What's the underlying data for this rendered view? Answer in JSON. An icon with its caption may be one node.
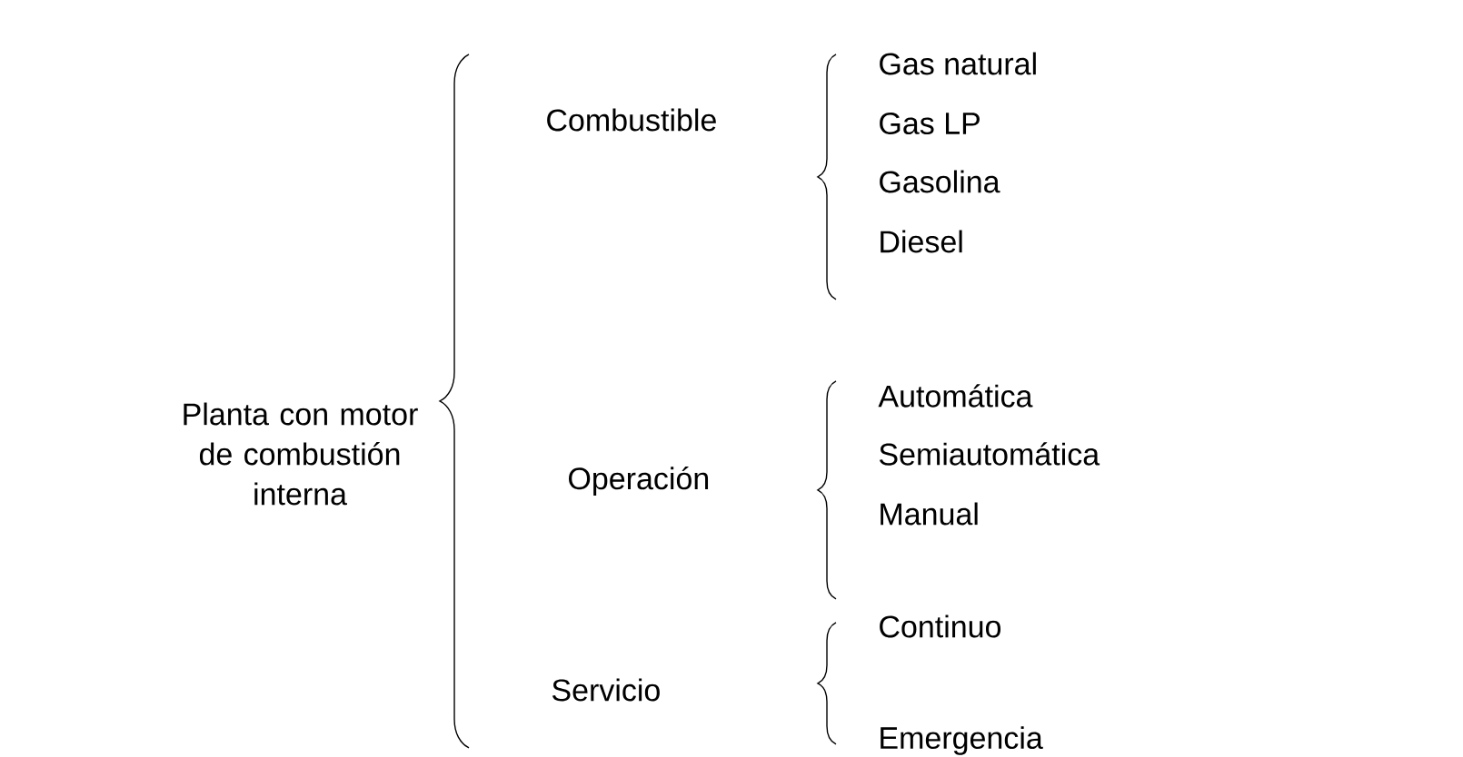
{
  "diagram": {
    "labels": [
      "Planta con motor de combustión interna",
      "Combustible",
      "Gas natural",
      "Gas LP",
      "Gasolina",
      "Diesel",
      "Operación",
      "Automática",
      "Semiautomática",
      "Manual",
      "Servicio",
      "Continuo",
      "Emergencia"
    ]
  }
}
